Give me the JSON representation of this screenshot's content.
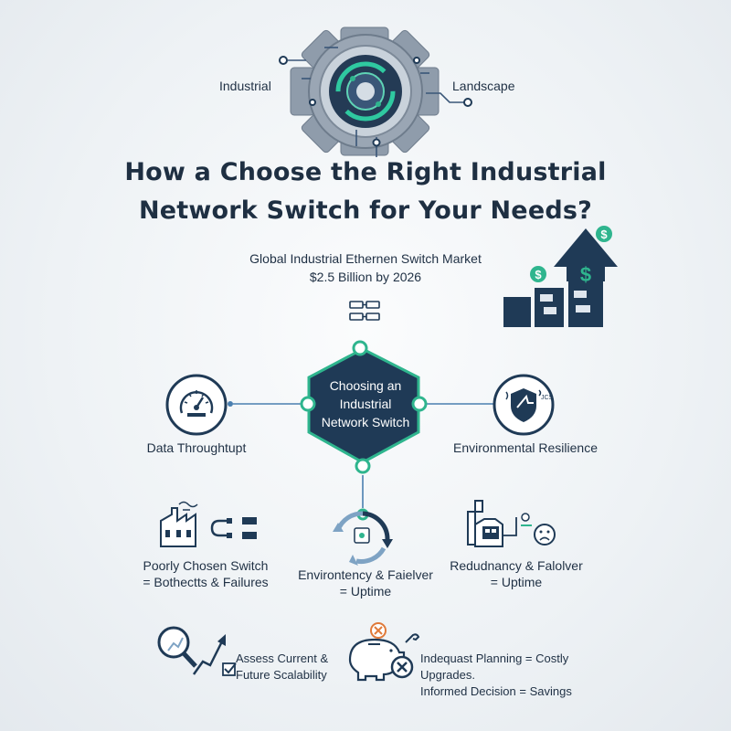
{
  "gear": {
    "left_label": "Industrial",
    "right_label": "Landscape"
  },
  "title": {
    "line1": "How a Choose the  Right Industrial",
    "line2": "Network Switch for Your Needs?"
  },
  "market": {
    "line1": "Global Industrial Ethernen Switch Market",
    "line2": "$2.5 Billion by 2026",
    "dollar_sign": "$"
  },
  "hub": {
    "line1": "Choosing an",
    "line2": "Industrial",
    "line3": "Network Switch"
  },
  "nodes": {
    "left": "Data Throughtupt",
    "right": "Environmental Resilience",
    "shield_text": "JCS"
  },
  "middle": {
    "left_line1": "Poorly Chosen Switch",
    "left_line2": "= Bothectts & Failures",
    "center_line1": "Environtency & Faielver",
    "center_line2": "= Uptime",
    "right_line1": "Redudnancy & Falolver",
    "right_line2": "= Uptime"
  },
  "bottom": {
    "left_line1": "Assess Current &",
    "left_line2": "Future Scalability",
    "right_line1": "Indequast Planning = Costly Upgrades.",
    "right_line2": "Informed Decision = Savings"
  },
  "colors": {
    "navy": "#1f3a56",
    "teal": "#2fb58e",
    "steel": "#8a98a8",
    "line_blue": "#4a7fb0"
  }
}
